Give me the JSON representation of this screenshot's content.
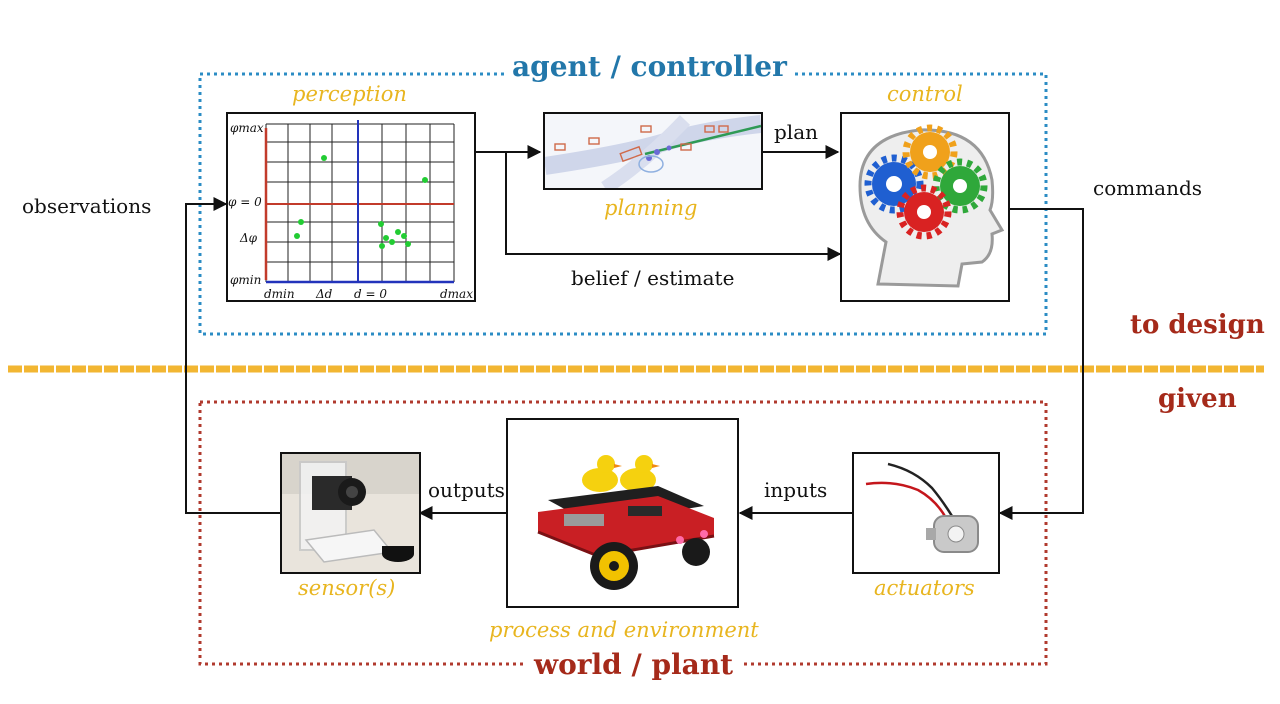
{
  "regions": {
    "agent_title": "agent / controller",
    "world_title": "world / plant",
    "to_design": "to design",
    "given": "given"
  },
  "blocks": {
    "perception": "perception",
    "planning": "planning",
    "control": "control",
    "sensors": "sensor(s)",
    "process": "process and environment",
    "actuators": "actuators"
  },
  "signals": {
    "observations": "observations",
    "plan": "plan",
    "belief": "belief / estimate",
    "commands": "commands",
    "outputs": "outputs",
    "inputs": "inputs"
  },
  "perception_plot": {
    "phi_max": "φmax",
    "phi_zero": "φ = 0",
    "delta_phi": "Δφ",
    "phi_min": "φmin",
    "d_min": "dmin",
    "delta_d": "Δd",
    "d_zero": "d = 0",
    "d_max": "dmax"
  },
  "colors": {
    "agent_border": "#2b8cc4",
    "world_border": "#b03a2e",
    "caption": "#e8b51f",
    "divider": "#f2b632",
    "plot_points": "#22cc33"
  },
  "icons": {
    "control": "head-gears-icon",
    "sensors": "camera-module-icon",
    "process": "duckiebot-robot-icon",
    "actuators": "dc-motor-icon",
    "planning": "planning-map-icon"
  }
}
